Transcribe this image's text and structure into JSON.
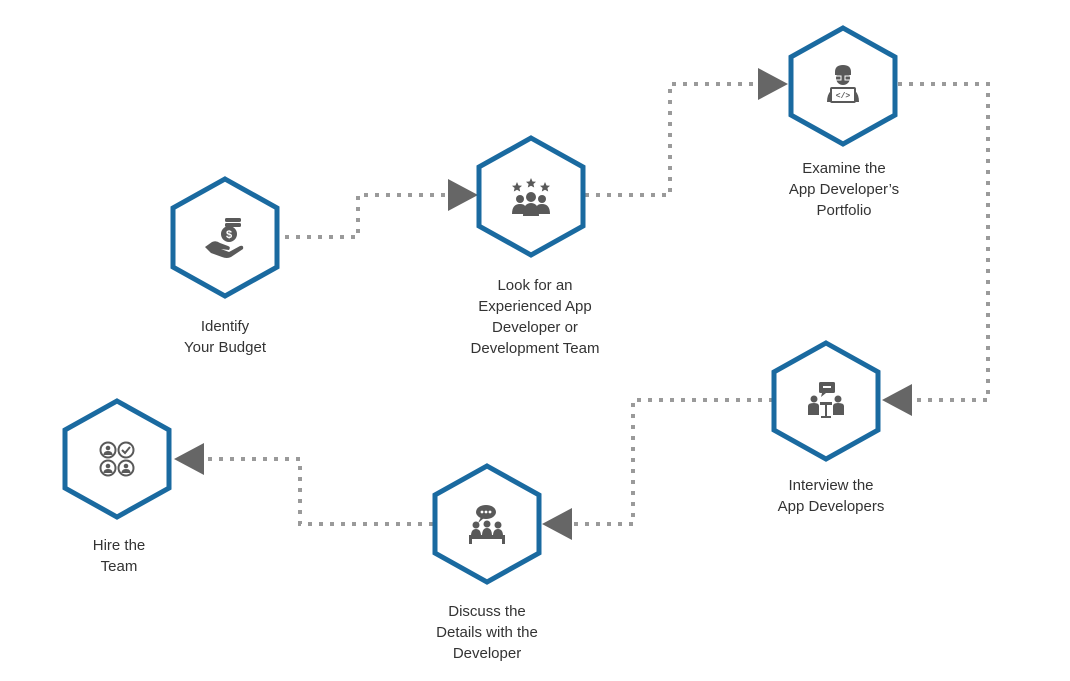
{
  "colors": {
    "hex_stroke": "#1a6aa0",
    "connector": "#9a9a9a",
    "arrow": "#666666",
    "icon": "#595959",
    "text": "#333333"
  },
  "steps": [
    {
      "id": "budget",
      "icon": "money-hand-icon",
      "lines": [
        "Identify",
        "Your Budget"
      ]
    },
    {
      "id": "experienced",
      "icon": "team-stars-icon",
      "lines": [
        "Look for an",
        "Experienced App",
        "Developer or",
        "Development Team"
      ]
    },
    {
      "id": "portfolio",
      "icon": "developer-laptop-icon",
      "lines": [
        "Examine the",
        "App Developer’s",
        "Portfolio"
      ]
    },
    {
      "id": "interview",
      "icon": "interview-meeting-icon",
      "lines": [
        "Interview the",
        "App Developers"
      ]
    },
    {
      "id": "discuss",
      "icon": "discussion-group-icon",
      "lines": [
        "Discuss the",
        "Details with the",
        "Developer"
      ]
    },
    {
      "id": "hire",
      "icon": "team-check-icon",
      "lines": [
        "Hire the",
        "Team"
      ]
    }
  ]
}
